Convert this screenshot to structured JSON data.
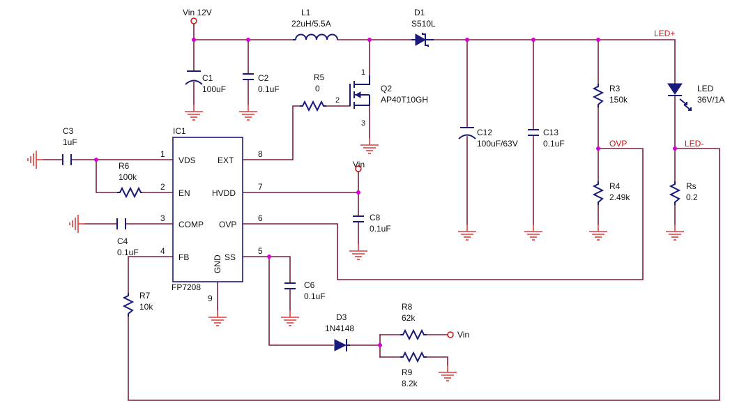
{
  "labels": {
    "vin_top": "Vin 12V",
    "l1_ref": "L1",
    "l1_val": "22uH/5.5A",
    "d1_ref": "D1",
    "d1_val": "S510L",
    "led_plus": "LED+",
    "led_minus": "LED-",
    "ovp_net": "OVP",
    "c1_ref": "C1",
    "c1_val": "100uF",
    "c2_ref": "C2",
    "c2_val": "0.1uF",
    "r5_ref": "R5",
    "r5_val": "0",
    "q2_ref": "Q2",
    "q2_val": "AP40T10GH",
    "q2_pin_d": "1",
    "q2_pin_g": "2",
    "q2_pin_s": "3",
    "c12_ref": "C12",
    "c12_val": "100uF/63V",
    "c13_ref": "C13",
    "c13_val": "0.1uF",
    "r3_ref": "R3",
    "r3_val": "150k",
    "r4_ref": "R4",
    "r4_val": "2.49k",
    "led_ref": "LED",
    "led_val": "36V/1A",
    "rs_ref": "Rs",
    "rs_val": "0.2",
    "c3_ref": "C3",
    "c3_val": "1uF",
    "r6_ref": "R6",
    "r6_val": "100k",
    "c4_ref": "C4",
    "c4_val": "0.1uF",
    "r7_ref": "R7",
    "r7_val": "10k",
    "ic_ref": "IC1",
    "ic_part": "FP7208",
    "vin_c8": "Vin",
    "c8_ref": "C8",
    "c8_val": "0.1uF",
    "c6_ref": "C6",
    "c6_val": "0.1uF",
    "d3_ref": "D3",
    "d3_val": "1N4148",
    "r8_ref": "R8",
    "r8_val": "62k",
    "r9_ref": "R9",
    "r9_val": "8.2k",
    "vin_r8": "Vin"
  },
  "ic_pins": [
    {
      "num": "1",
      "name": "VDS"
    },
    {
      "num": "2",
      "name": "EN"
    },
    {
      "num": "3",
      "name": "COMP"
    },
    {
      "num": "4",
      "name": "FB"
    },
    {
      "num": "8",
      "name": "EXT"
    },
    {
      "num": "7",
      "name": "HVDD"
    },
    {
      "num": "6",
      "name": "OVP"
    },
    {
      "num": "5",
      "name": "SS"
    },
    {
      "num": "9",
      "name": "GND"
    }
  ]
}
